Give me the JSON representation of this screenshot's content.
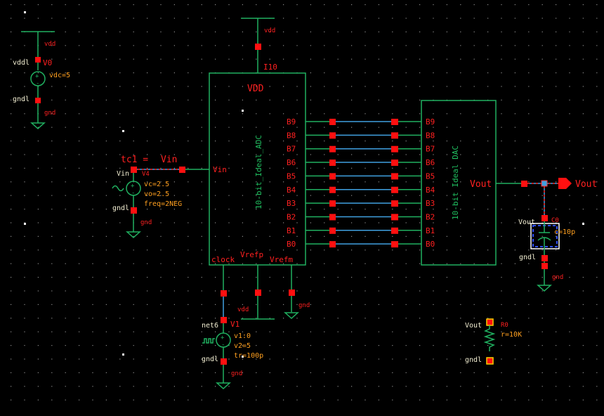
{
  "colors": {
    "background": "#000000",
    "wire": "#20b060",
    "selected_wire": "#40a0e0",
    "pin": "#ff1010",
    "label_red": "#ff2020",
    "param_orange": "#ffa020",
    "net_white": "#f0ecd0"
  },
  "vdd_source": {
    "net_top": "vdd",
    "instance": "V0",
    "param": "vdc=5",
    "net_label_top": "vddl",
    "net_label_bottom": "gndl",
    "gnd": "gnd"
  },
  "vin_source": {
    "net_expr": "tc1 =",
    "net_name": "Vin",
    "net_label": "Vin",
    "instance": "V4",
    "params": [
      "vc=2.5",
      "vo=2.5",
      "freq=2NEG"
    ],
    "gnd_net": "gndl",
    "gnd": "gnd",
    "icon": "sine-wave-icon"
  },
  "adc": {
    "instance": "I10",
    "net_vdd": "vdd",
    "title": "10-bit_Ideal_ADC",
    "pin_vdd": "VDD",
    "pin_vin": "Vin",
    "pin_clock": "clock",
    "pin_vrefp": "Vrefp",
    "pin_vrefm": "Vrefm",
    "bits": [
      "B9",
      "B8",
      "B7",
      "B6",
      "B5",
      "B4",
      "B3",
      "B2",
      "B1",
      "B0"
    ],
    "vrefp_net": "vdd",
    "vrefm_net": "gnd"
  },
  "clock_source": {
    "net_label": "net6",
    "instance": "V1",
    "params": [
      "v1:0",
      "v2=5",
      "tr=100p"
    ],
    "gnd_net": "gndl",
    "gnd": "gnd",
    "icon": "pulse-wave-icon"
  },
  "dac": {
    "title": "10-bit Ideal DAC",
    "bits": [
      "B9",
      "B8",
      "B7",
      "B6",
      "B5",
      "B4",
      "B3",
      "B2",
      "B1",
      "B0"
    ],
    "pin_vout": "Vout"
  },
  "output_pin": {
    "label": "Vout"
  },
  "capacitor": {
    "instance": "C0",
    "param": "c=10p",
    "net_top": "Vout",
    "net_bottom": "gndl",
    "gnd": "gnd"
  },
  "resistor": {
    "instance": "R0",
    "param": "r=10K",
    "net_top": "Vout",
    "net_bottom": "gndl"
  }
}
